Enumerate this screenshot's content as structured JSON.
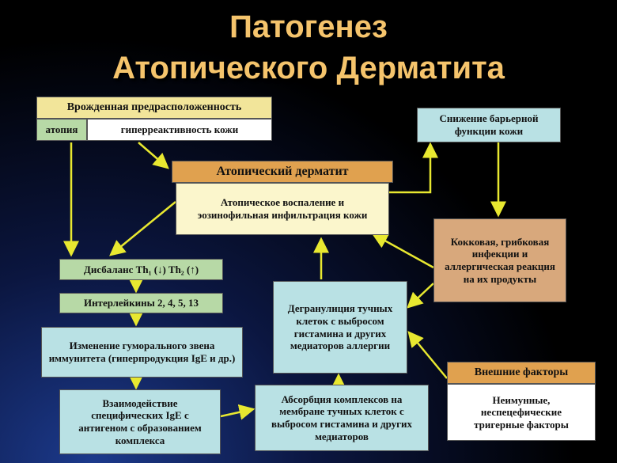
{
  "title": {
    "line1": "Патогенез",
    "line2": "Атопического Дерматита"
  },
  "nodes": {
    "innate": "Врожденная предрасположенность",
    "atopy": "атопия",
    "hyperreactivity": "гиперреактивность кожи",
    "atopic_dermatitis": "Атопический дерматит",
    "inflammation": "Атопическое воспаление и эозинофильная инфильтрация кожи",
    "barrier": "Снижение барьерной функции кожи",
    "infection": "Кокковая, грибковая инфекции и аллергическая реакция на их продукты",
    "imbalance": "Дисбаланс Th₁ (↓)  Th₂ (↑)",
    "interleukins": "Интерлейкины 2, 4, 5, 13",
    "humoral": "Изменение гуморального звена иммунитета (гиперпродукция  IgE и др.)",
    "interaction": "Взаимодействие специфических IgE с антигеном с образованием комплекса",
    "absorption": "Абсорбция комплексов на мембране тучных клеток с выбросом гистамина и других медиаторов",
    "degranulation": "Дегранулиция тучных клеток с выбросом гистамина и других медиаторов аллергии",
    "external_title": "Внешние факторы",
    "external_body": "Неимунные, неспецефические тригерные факторы"
  },
  "colors": {
    "arrow": "#e8e830",
    "title": "#f5c46c"
  }
}
